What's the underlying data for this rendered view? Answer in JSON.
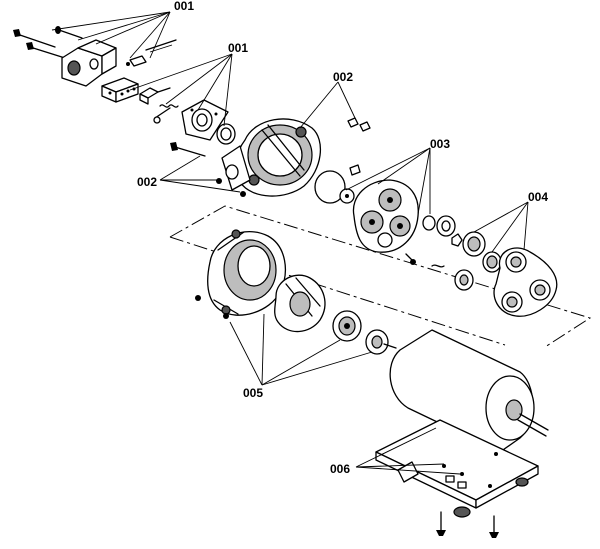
{
  "callouts": {
    "c001a": "001",
    "c001b": "001",
    "c002a": "002",
    "c002b": "002",
    "c003": "003",
    "c004": "004",
    "c005": "005",
    "c006": "006"
  }
}
